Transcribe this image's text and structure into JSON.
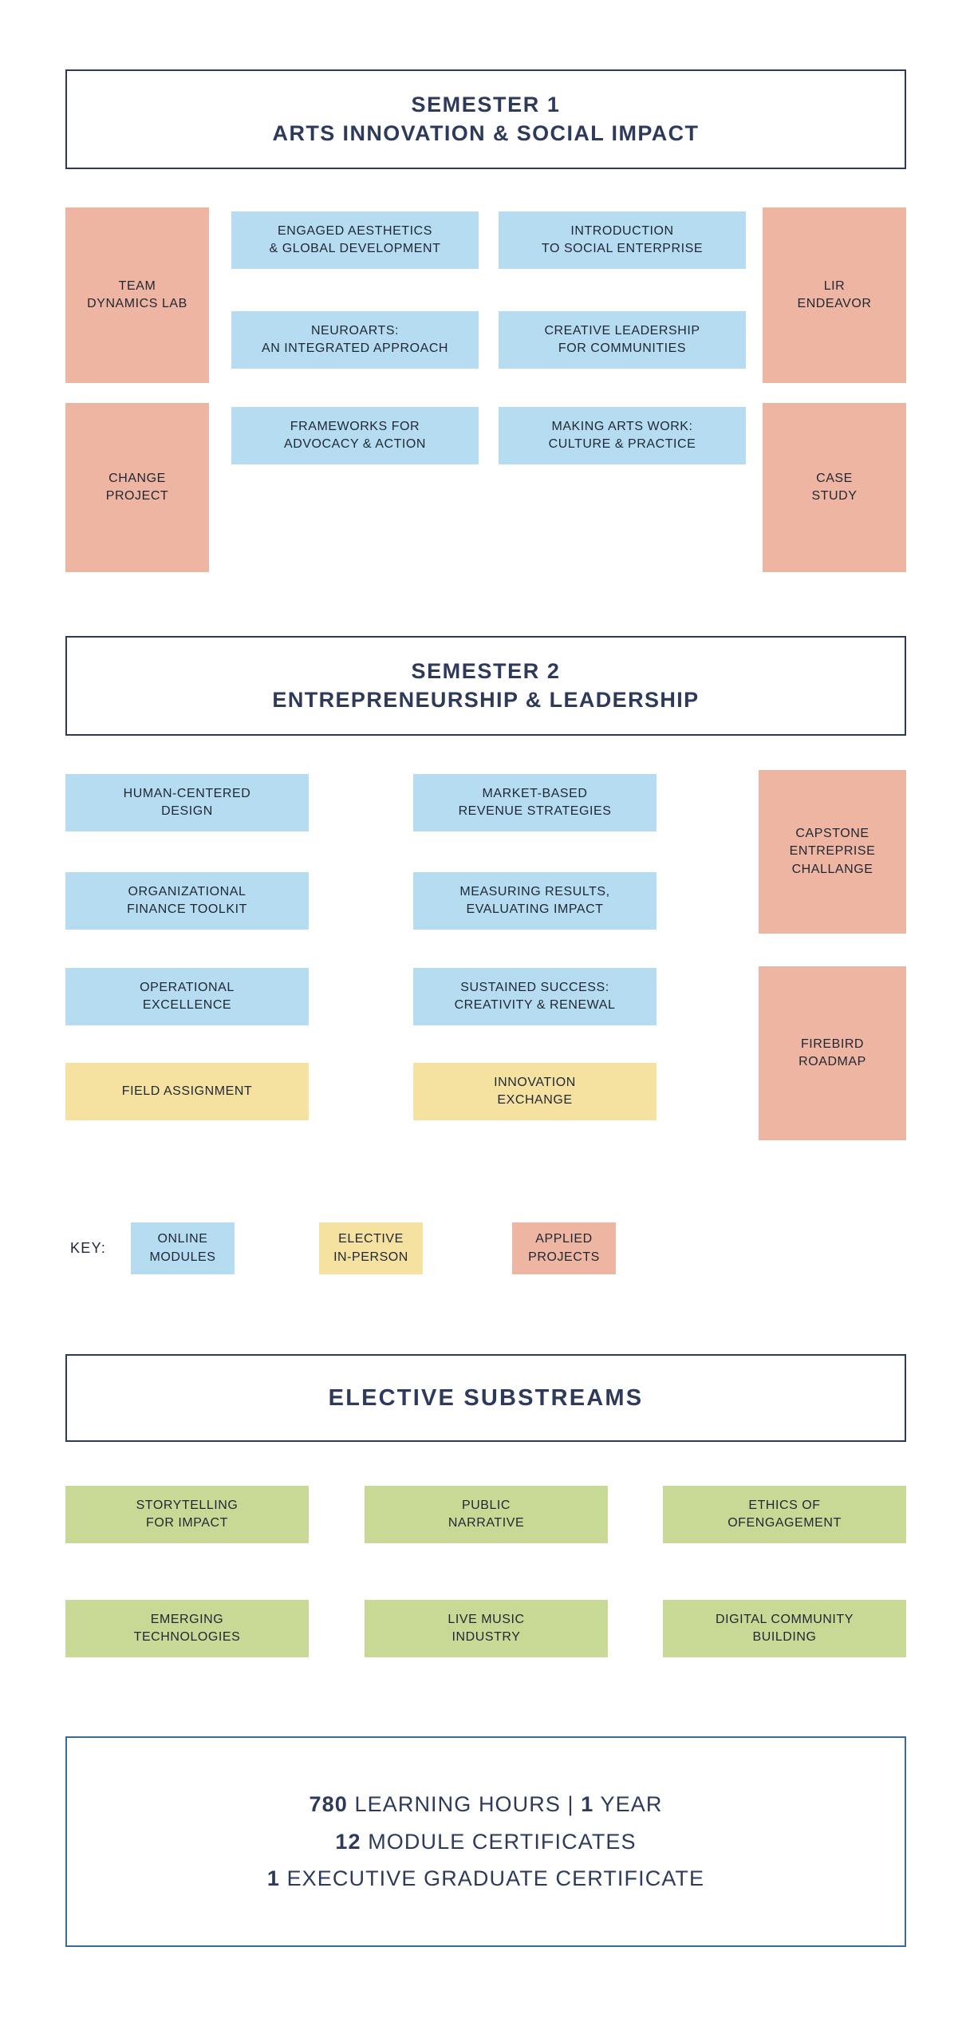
{
  "colors": {
    "navy": "#2e3a5c",
    "steel_blue_border": "#3a6b96",
    "applied_projects": "#eeb5a2",
    "online_modules": "#b6dcf2",
    "elective_in_person": "#f5e1a0",
    "elective_substream": "#c8d996",
    "text": "#1f2733",
    "background": "#ffffff"
  },
  "semester1": {
    "banner": {
      "line1": "SEMESTER 1",
      "line2": "ARTS INNOVATION & SOCIAL IMPACT"
    },
    "boxes": [
      {
        "label": "TEAM\nDYNAMICS LAB",
        "type": "applied"
      },
      {
        "label": "ENGAGED AESTHETICS\n& GLOBAL DEVELOPMENT",
        "type": "online"
      },
      {
        "label": "INTRODUCTION\nTO SOCIAL ENTERPRISE",
        "type": "online"
      },
      {
        "label": "LIR\nENDEAVOR",
        "type": "applied"
      },
      {
        "label": "NEUROARTS:\nAN INTEGRATED APPROACH",
        "type": "online"
      },
      {
        "label": "CREATIVE LEADERSHIP\nFOR COMMUNITIES",
        "type": "online"
      },
      {
        "label": "CHANGE\nPROJECT",
        "type": "applied"
      },
      {
        "label": "FRAMEWORKS FOR\nADVOCACY & ACTION",
        "type": "online"
      },
      {
        "label": "MAKING ARTS WORK:\nCULTURE & PRACTICE",
        "type": "online"
      },
      {
        "label": "CASE\nSTUDY",
        "type": "applied"
      }
    ]
  },
  "semester2": {
    "banner": {
      "line1": "SEMESTER 2",
      "line2": "ENTREPRENEURSHIP & LEADERSHIP"
    },
    "boxes": [
      {
        "label": "HUMAN-CENTERED\nDESIGN",
        "type": "online"
      },
      {
        "label": "MARKET-BASED\nREVENUE STRATEGIES",
        "type": "online"
      },
      {
        "label": "CAPSTONE\nENTREPRISE\nCHALLANGE",
        "type": "applied"
      },
      {
        "label": "ORGANIZATIONAL\nFINANCE TOOLKIT",
        "type": "online"
      },
      {
        "label": "MEASURING RESULTS,\nEVALUATING IMPACT",
        "type": "online"
      },
      {
        "label": "OPERATIONAL\nEXCELLENCE",
        "type": "online"
      },
      {
        "label": "SUSTAINED SUCCESS:\nCREATIVITY & RENEWAL",
        "type": "online"
      },
      {
        "label": "FIREBIRD\nROADMAP",
        "type": "applied"
      },
      {
        "label": "FIELD ASSIGNMENT",
        "type": "elective"
      },
      {
        "label": "INNOVATION\nEXCHANGE",
        "type": "elective"
      }
    ]
  },
  "key": {
    "label": "KEY:",
    "items": [
      {
        "label": "ONLINE\nMODULES",
        "type": "online"
      },
      {
        "label": "ELECTIVE\nIN-PERSON",
        "type": "elective"
      },
      {
        "label": "APPLIED\nPROJECTS",
        "type": "applied"
      }
    ]
  },
  "electives": {
    "banner": {
      "line1": "ELECTIVE SUBSTREAMS"
    },
    "boxes": [
      {
        "label": "STORYTELLING\nFOR IMPACT"
      },
      {
        "label": "PUBLIC\nNARRATIVE"
      },
      {
        "label": "ETHICS OF\nOFENGAGEMENT"
      },
      {
        "label": "EMERGING\nTECHNOLOGIES"
      },
      {
        "label": "LIVE MUSIC\nINDUSTRY"
      },
      {
        "label": "DIGITAL COMMUNITY\nBUILDING"
      }
    ]
  },
  "summary": {
    "row1": {
      "n1": "780",
      "t1": " LEARNING HOURS | ",
      "n2": "1",
      "t2": " YEAR"
    },
    "row2": {
      "n1": "12",
      "t1": " MODULE CERTIFICATES"
    },
    "row3": {
      "n1": "1",
      "t1": " EXECUTIVE GRADUATE CERTIFICATE"
    }
  }
}
